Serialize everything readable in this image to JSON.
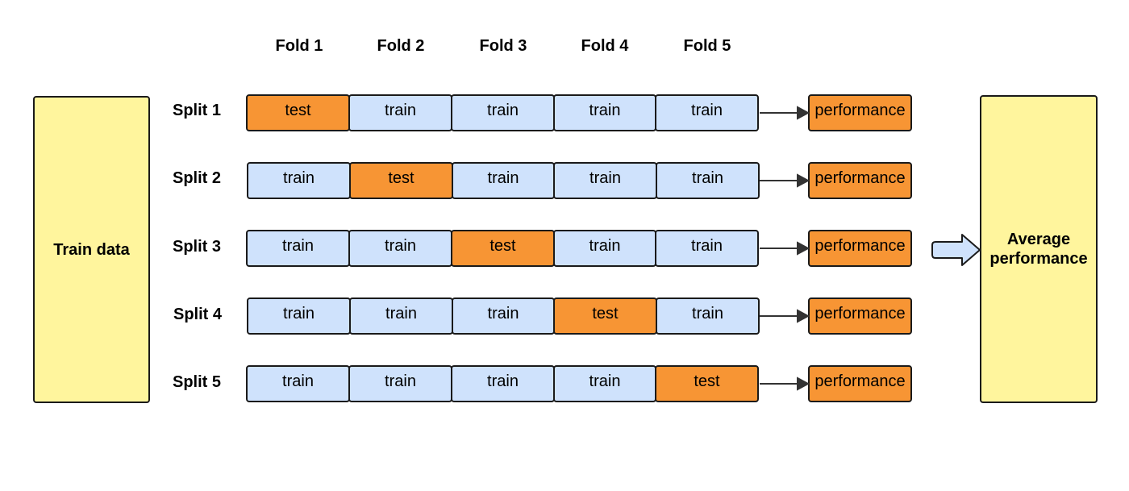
{
  "train_data_label": "Train data",
  "average_label_line1": "Average",
  "average_label_line2": "performance",
  "folds": [
    "Fold 1",
    "Fold 2",
    "Fold 3",
    "Fold 4",
    "Fold 5"
  ],
  "splits": [
    {
      "label": "Split 1",
      "cells": [
        "test",
        "train",
        "train",
        "train",
        "train"
      ],
      "result": "performance"
    },
    {
      "label": "Split 2",
      "cells": [
        "train",
        "test",
        "train",
        "train",
        "train"
      ],
      "result": "performance"
    },
    {
      "label": "Split 3",
      "cells": [
        "train",
        "train",
        "test",
        "train",
        "train"
      ],
      "result": "performance"
    },
    {
      "label": "Split 4",
      "cells": [
        "train",
        "train",
        "train",
        "test",
        "train"
      ],
      "result": "performance"
    },
    {
      "label": "Split 5",
      "cells": [
        "train",
        "train",
        "train",
        "train",
        "test"
      ],
      "result": "performance"
    }
  ],
  "colors": {
    "train": "#cfe2fc",
    "test": "#f79534",
    "data_box": "#fff59d"
  }
}
